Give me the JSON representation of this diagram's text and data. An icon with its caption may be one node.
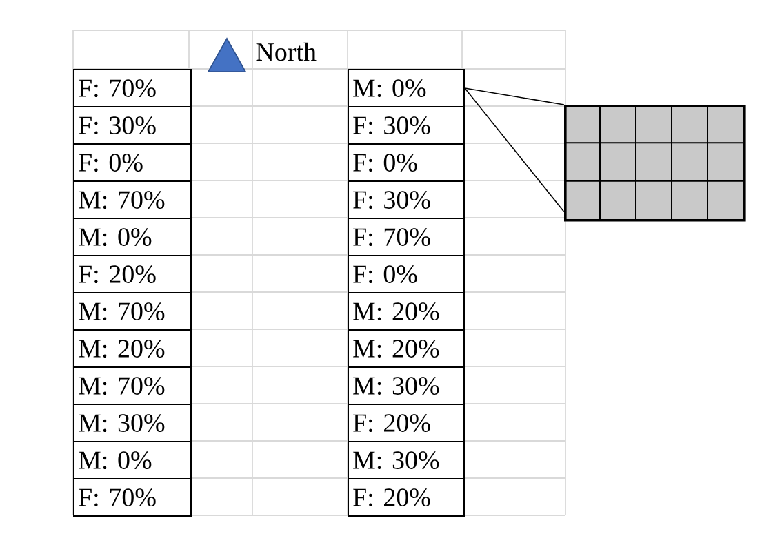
{
  "diagram": {
    "nodes": [
      {
        "text": [
          "F: 70%"
        ]
      },
      {
        "text": [
          "F: 30%"
        ]
      },
      {
        "text": [
          "F: 0%"
        ]
      },
      {
        "text": [
          "M: 70%"
        ]
      },
      {
        "text": [
          "M: 0%"
        ]
      },
      {
        "text": [
          "F: 20%"
        ]
      },
      {
        "text": [
          "M: 70%"
        ]
      },
      {
        "text": [
          "M: 20%"
        ]
      },
      {
        "text": [
          "M: 70%"
        ]
      },
      {
        "text": [
          "M: 30%"
        ]
      },
      {
        "text": [
          "M: 0%"
        ]
      },
      {
        "text": [
          "F: 70%"
        ]
      },
      {
        "text": [
          "M: 0%"
        ]
      },
      {
        "text": [
          "F: 30%"
        ]
      },
      {
        "text": [
          "F: 0%"
        ]
      },
      {
        "text": [
          "F: 30%"
        ]
      },
      {
        "text": [
          "F: 70%"
        ]
      },
      {
        "text": [
          "F: 0%"
        ]
      },
      {
        "text": [
          "M: 20%"
        ]
      },
      {
        "text": [
          "M: 20%"
        ]
      },
      {
        "text": [
          "M: 30%"
        ]
      },
      {
        "text": [
          "F: 20%"
        ]
      },
      {
        "text": [
          "M: 30%"
        ]
      },
      {
        "text": [
          "F: 20%"
        ]
      },
      {
        "text": [],
        "shape": "grid"
      }
    ],
    "edges": [
      {
        "from": 12,
        "to": 24,
        "arrow": "none"
      },
      {
        "from": 12,
        "to": 24,
        "arrow": "none"
      }
    ],
    "labels": [
      "North"
    ]
  }
}
